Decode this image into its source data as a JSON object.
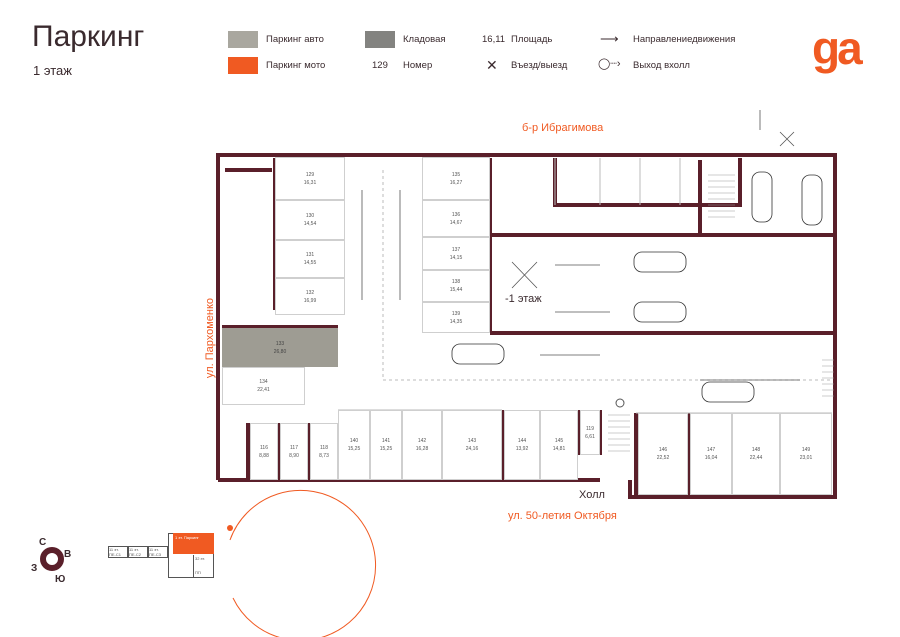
{
  "header": {
    "title": "Паркинг",
    "floor": "1 этаж"
  },
  "legend": {
    "parking_auto": "Паркинг авто",
    "parking_moto": "Паркинг мото",
    "storage": "Кладовая",
    "area_example": "16,11",
    "area_label": "Площадь",
    "number_example": "129",
    "number_label": "Номер",
    "entry_label": "Въезд/выезд",
    "direction_label": "Направлениедвижения",
    "exit_label": "Выход вхолл"
  },
  "colors": {
    "auto": "#a9a79f",
    "moto": "#f05a22",
    "storage": "#838380",
    "wall": "#5a1f2a",
    "accent": "#f05a22"
  },
  "logo": "ga",
  "streets": {
    "top": "б-р Ибрагимова",
    "left": "ул. Пархоменко",
    "bottom": "ул. 50-летия Октября"
  },
  "plan": {
    "level_label": "-1 этаж",
    "hall": "Холл"
  },
  "slots": [
    {
      "n": "129",
      "a": "16,31"
    },
    {
      "n": "130",
      "a": "14,54"
    },
    {
      "n": "131",
      "a": "14,55"
    },
    {
      "n": "132",
      "a": "16,99"
    },
    {
      "n": "133",
      "a": "26,80"
    },
    {
      "n": "134",
      "a": "22,41"
    },
    {
      "n": "135",
      "a": "16,27"
    },
    {
      "n": "136",
      "a": "14,67"
    },
    {
      "n": "137",
      "a": "14,15"
    },
    {
      "n": "138",
      "a": "15,44"
    },
    {
      "n": "139",
      "a": "14,35"
    },
    {
      "n": "116",
      "a": "8,88"
    },
    {
      "n": "117",
      "a": "8,90"
    },
    {
      "n": "118",
      "a": "8,73"
    },
    {
      "n": "140",
      "a": "15,25"
    },
    {
      "n": "141",
      "a": "15,25"
    },
    {
      "n": "142",
      "a": "16,28"
    },
    {
      "n": "143",
      "a": "24,16"
    },
    {
      "n": "144",
      "a": "13,92"
    },
    {
      "n": "145",
      "a": "14,81"
    },
    {
      "n": "119",
      "a": "6,61"
    },
    {
      "n": "146",
      "a": "22,52"
    },
    {
      "n": "147",
      "a": "16,04"
    },
    {
      "n": "148",
      "a": "22,44"
    },
    {
      "n": "149",
      "a": "23,01"
    }
  ],
  "compass": {
    "n": "С",
    "e": "В",
    "s": "Ю",
    "w": "З"
  },
  "minimap": {
    "b1": "11 эт.",
    "b1c": "ПЕ-С1",
    "b2": "11 эт.",
    "b2c": "ПЕ-С2",
    "b3": "11 эт.",
    "b3c": "ПЕ-С3",
    "main": "1 эт. Паркинг",
    "side": "32 эт.",
    "side2": "ПП"
  }
}
